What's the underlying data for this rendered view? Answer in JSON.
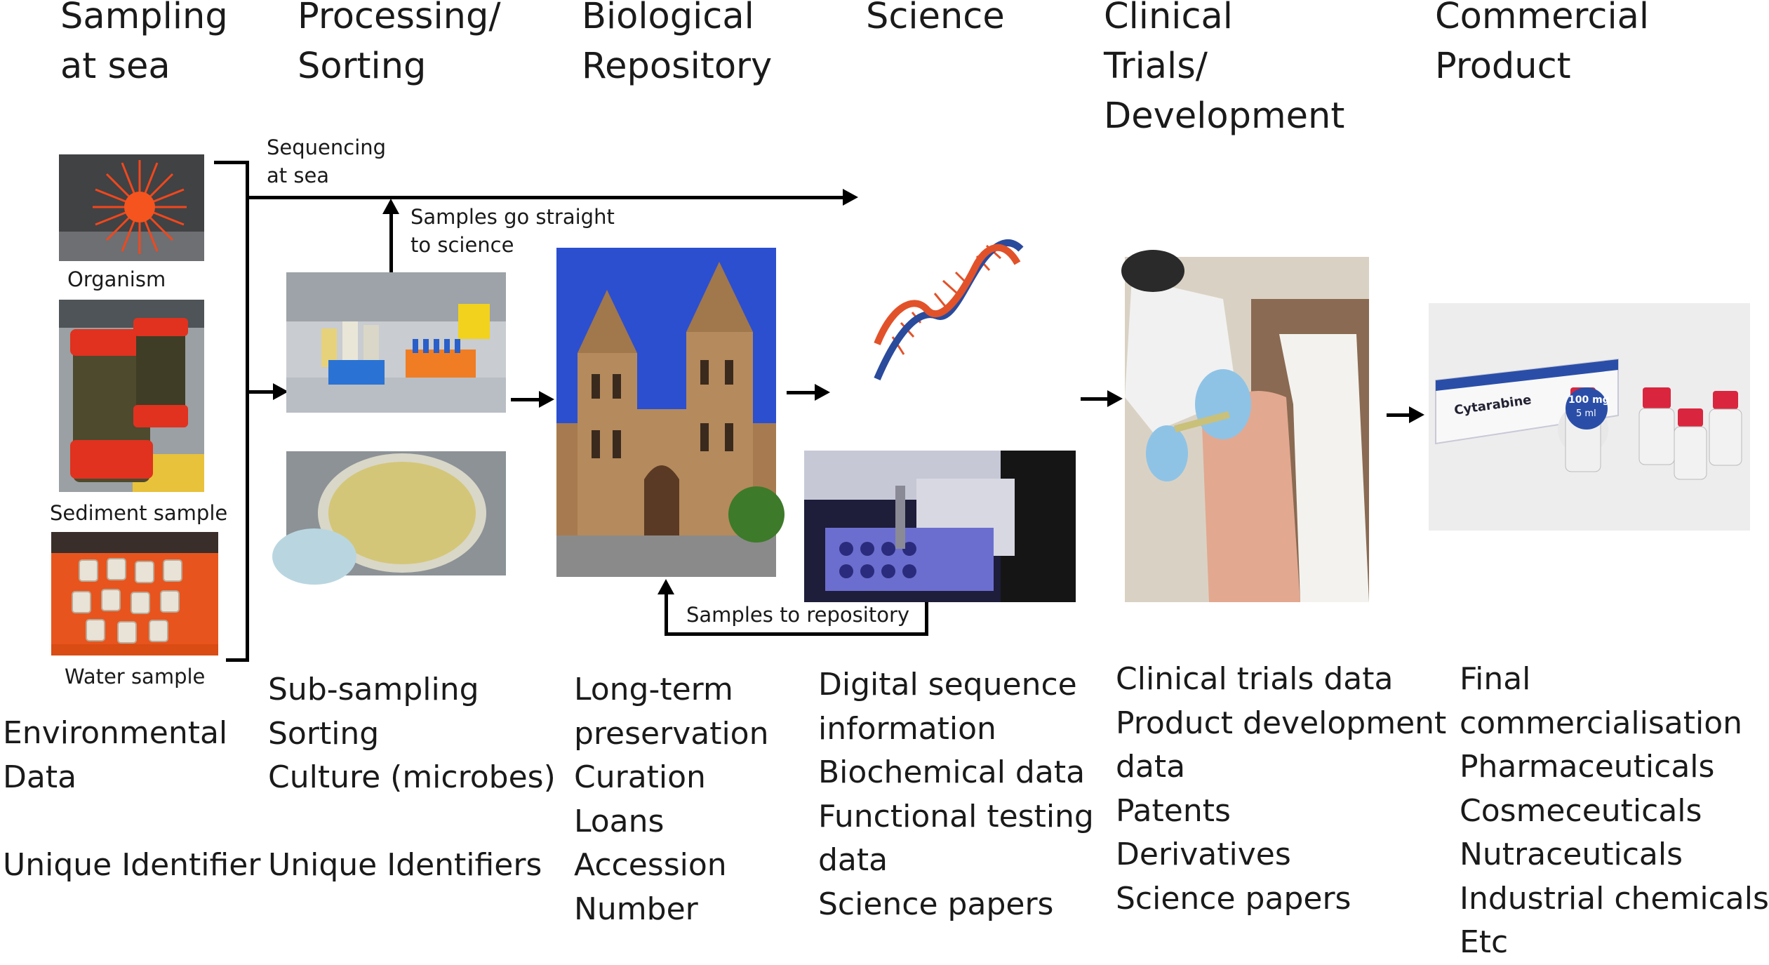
{
  "stages": [
    "Sampling\nat sea",
    "Processing/\nSorting",
    "Biological\nRepository",
    "Science",
    "Clinical\nTrials/\nDevelopment",
    "Commercial\nProduct"
  ],
  "flow_labels": {
    "sequencing_at_sea": "Sequencing\nat sea",
    "samples_to_science": "Samples go straight\nto science",
    "samples_to_repository": "Samples to repository"
  },
  "image_captions": {
    "organism": "Organism",
    "sediment": "Sediment sample",
    "water": "Water sample"
  },
  "product_label": {
    "brand": "Cytarabine",
    "dose": "100 mg",
    "volume": "5 ml"
  },
  "columns": {
    "sampling": "Environmental\nData\n\nUnique Identifier",
    "processing": "Sub-sampling\nSorting\nCulture (microbes)\n\nUnique Identifiers",
    "repository": "Long-term\npreservation\nCuration\nLoans\nAccession\nNumber",
    "science": "Digital sequence\ninformation\nBiochemical data\nFunctional testing\ndata\nScience papers",
    "clinical": "Clinical trials data\nProduct development\ndata\nPatents\nDerivatives\nScience papers",
    "commercial": "Final\ncommercialisation\nPharmaceuticals\nCosmeceuticals\nNutraceuticals\nIndustrial chemicals\nEtc"
  },
  "colors": {
    "arrow": "#000000",
    "dna_orange": "#e2522a",
    "dna_blue": "#2a4a9c",
    "sky_blue": "#2c4fcf",
    "museum_stone": "#b58a5c",
    "crate_orange": "#f25a1c",
    "urchin_red": "#f2471c"
  }
}
